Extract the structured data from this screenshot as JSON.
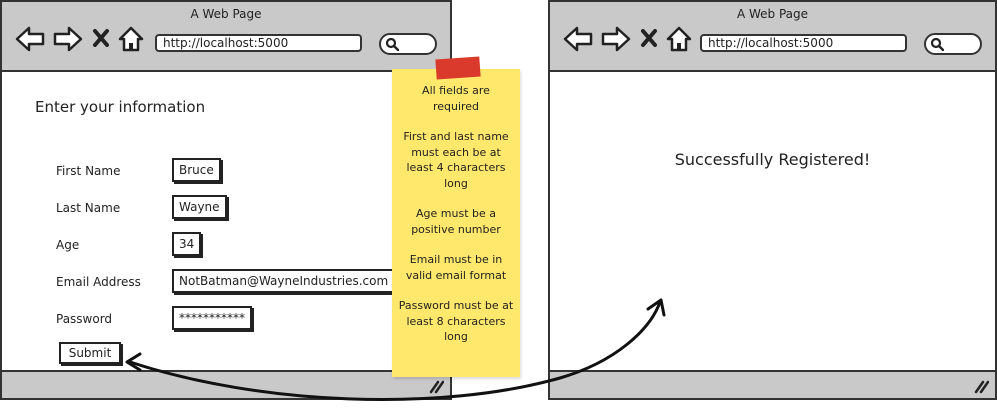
{
  "left_window": {
    "title": "A Web Page",
    "url": "http://localhost:5000",
    "heading": "Enter your information",
    "fields": [
      {
        "label": "First Name",
        "value": "Bruce"
      },
      {
        "label": "Last Name",
        "value": "Wayne"
      },
      {
        "label": "Age",
        "value": "34"
      },
      {
        "label": "Email Address",
        "value": "NotBatman@WayneIndustries.com"
      },
      {
        "label": "Password",
        "value": "***********"
      }
    ],
    "submit_label": "Submit"
  },
  "right_window": {
    "title": "A Web Page",
    "url": "http://localhost:5000",
    "message": "Successfully Registered!"
  },
  "sticky_note": {
    "notes": [
      "All fields are required",
      "First and last name must each be at least 4 characters long",
      "Age must be a positive number",
      "Email must be in valid email format",
      "Password must be at least 8 characters long"
    ]
  },
  "colors": {
    "chrome": "#c9c9c9",
    "sticky": "#ffe86b",
    "tape": "#d93a2b",
    "ink": "#222222"
  },
  "icons": [
    "back-arrow-icon",
    "forward-arrow-icon",
    "close-x-icon",
    "home-icon",
    "search-icon",
    "resize-grip-icon",
    "flow-arrow-icon"
  ]
}
